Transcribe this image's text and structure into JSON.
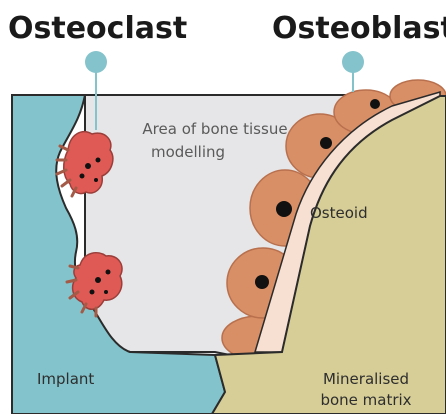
{
  "labels": {
    "osteoclast": "Osteoclast",
    "osteoblast": "Osteoblast",
    "area_line1": "Area of bone tissue",
    "area_line2": "modelling",
    "osteoid": "Osteoid",
    "implant": "Implant",
    "bone_line1": "Mineralised",
    "bone_line2": "bone matrix"
  },
  "colors": {
    "implant": "#83c3cb",
    "modelling_area": "#e6e6e8",
    "bone_matrix": "#d6cd97",
    "osteoid": "#f7dfd2",
    "osteoblast_cell": "#d98f66",
    "osteoclast_cell": "#e05a55",
    "osteoclast_ruffle": "#a35a46",
    "pin": "#84c3cb",
    "nucleus": "#111111"
  }
}
